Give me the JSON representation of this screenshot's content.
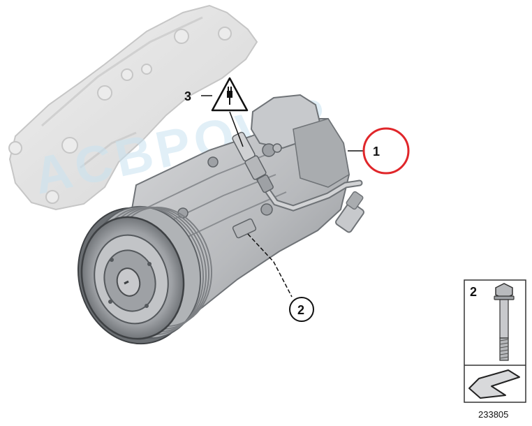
{
  "callouts": {
    "part1": "1",
    "part2": "2",
    "part3": "3"
  },
  "watermark": "ACBPOWR",
  "inset": {
    "label": "2",
    "code": "233805"
  },
  "colors": {
    "highlight_circle": "#e0262a",
    "part_gray": "#c4c6c9",
    "bracket_gray": "#dcdcdc",
    "watermark": "#c9e3f1"
  },
  "icons": [
    "electrical-connector-warning-icon",
    "arrow-icon",
    "bolt-icon"
  ]
}
